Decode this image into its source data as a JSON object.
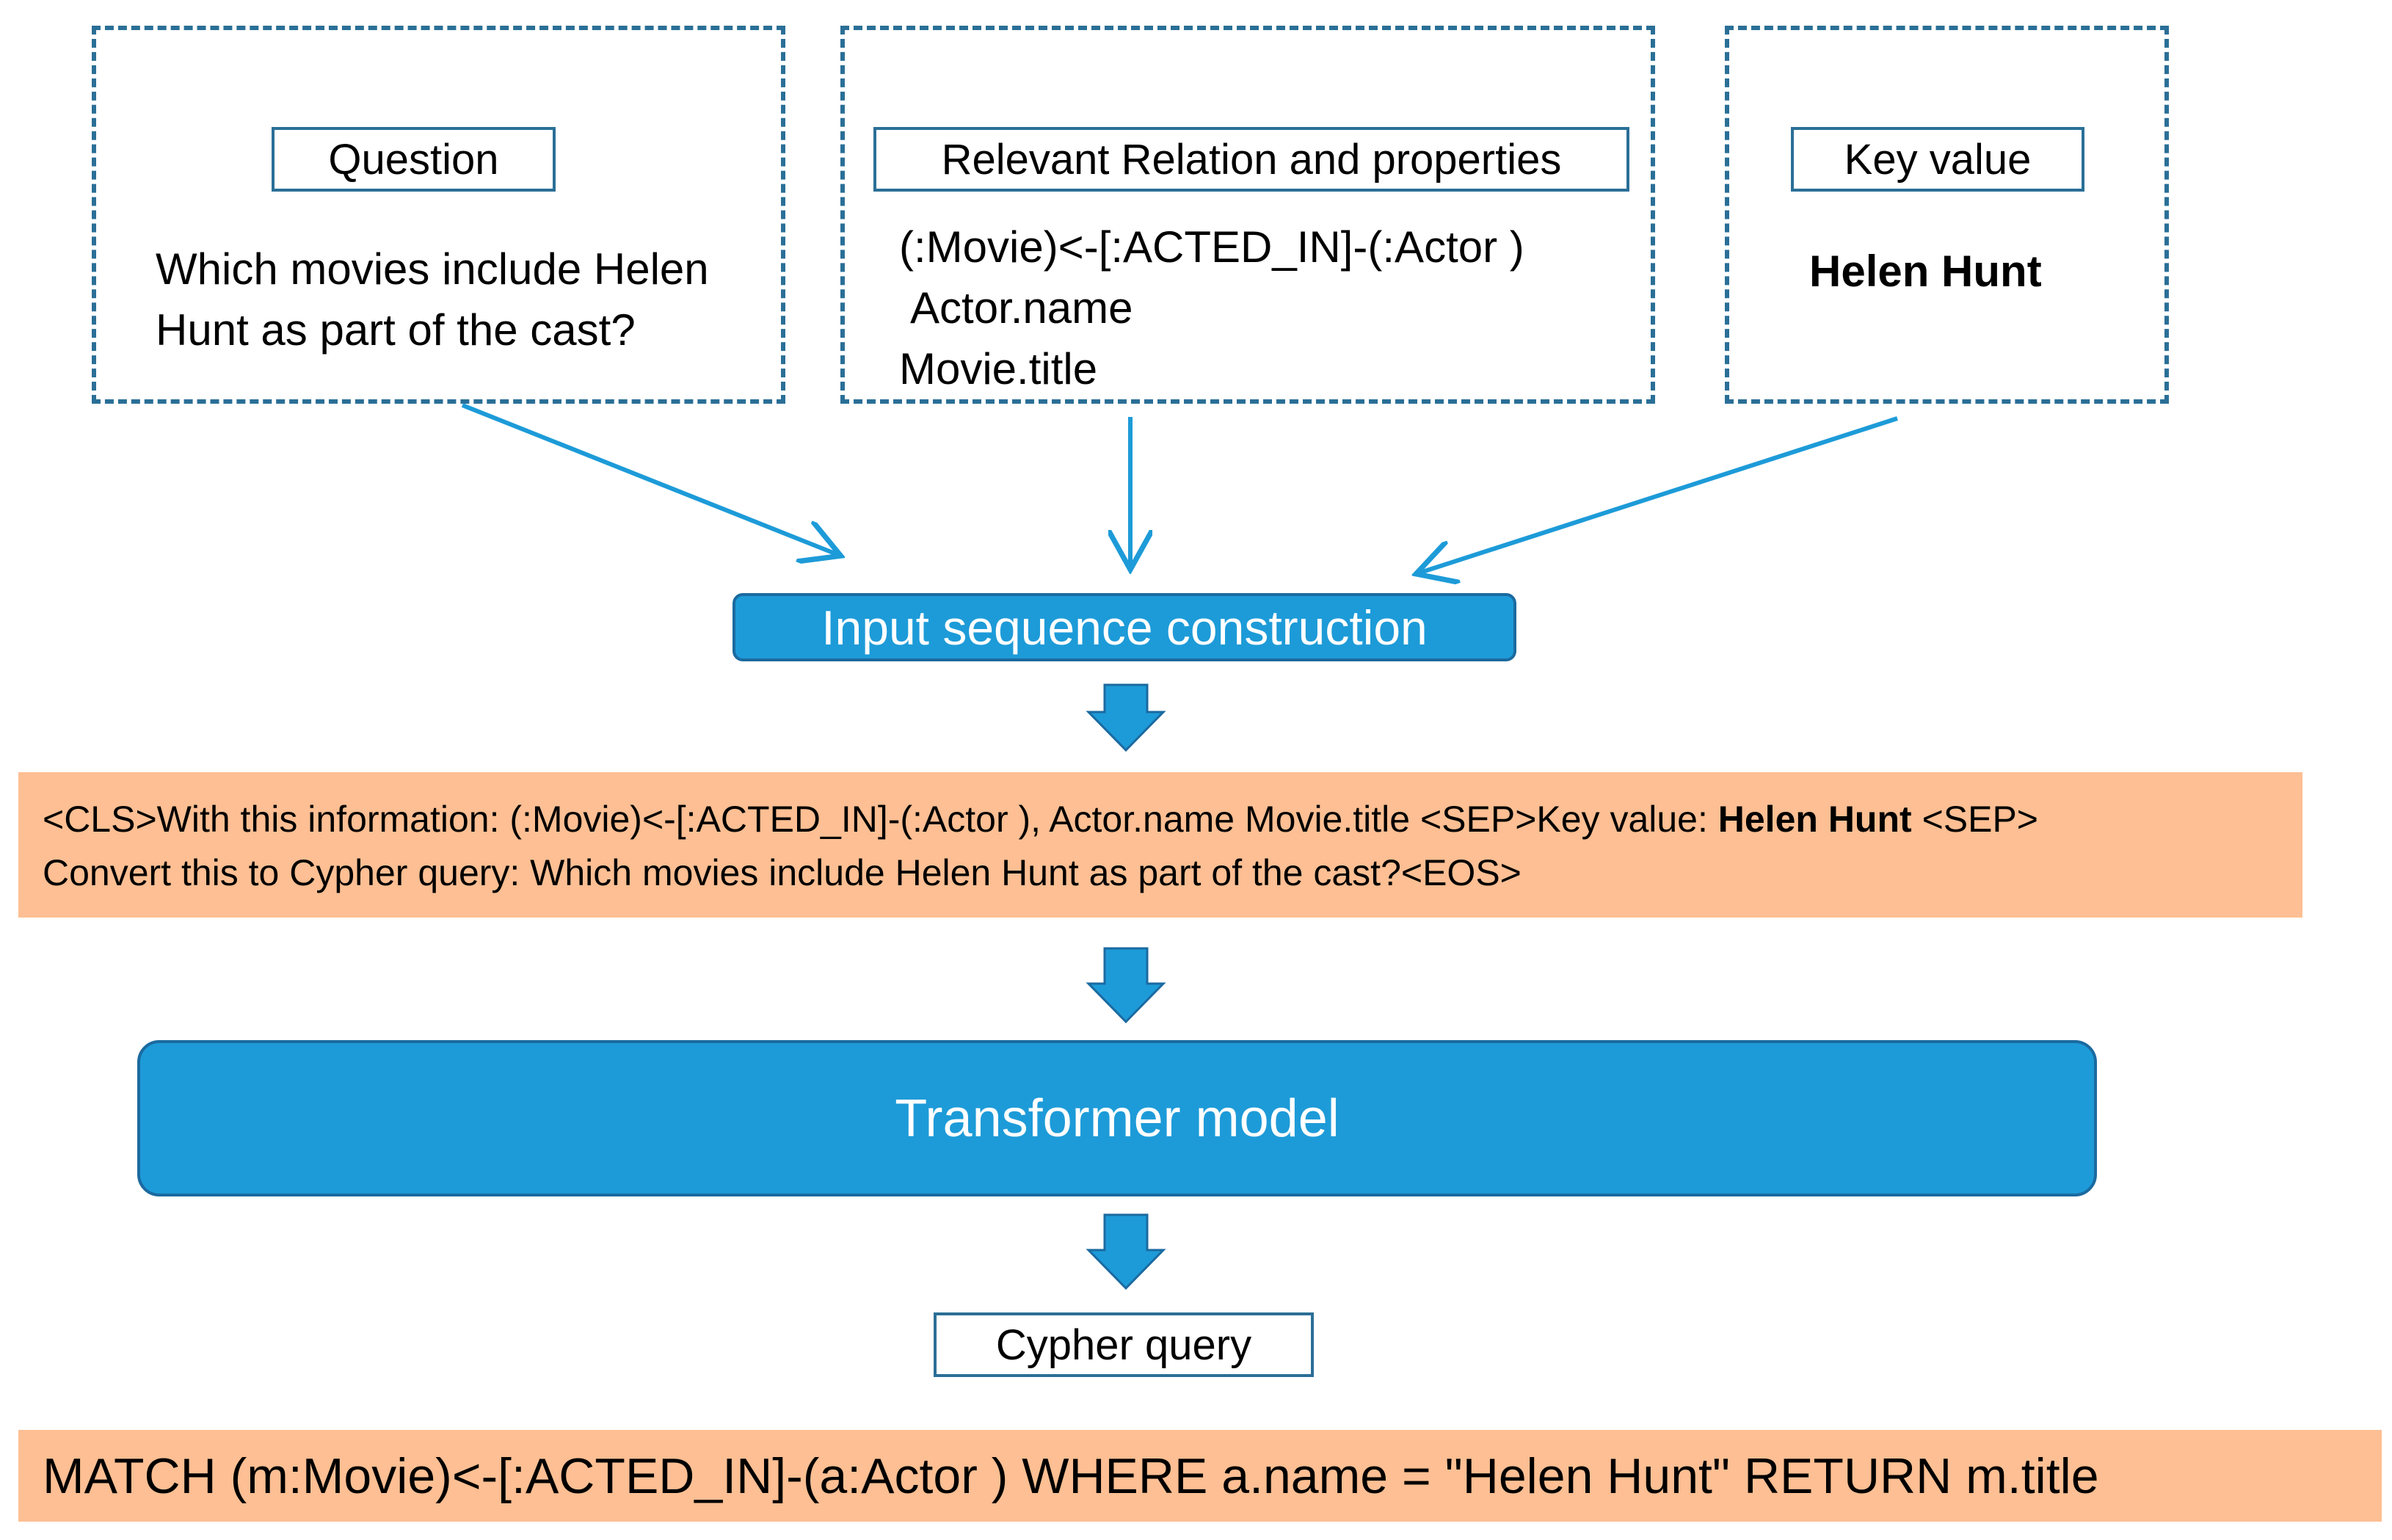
{
  "question_panel": {
    "label": "Question",
    "line1": "Which movies include Helen",
    "line2": "Hunt as part of the cast?"
  },
  "relation_panel": {
    "label": "Relevant Relation and properties",
    "line1": "(:Movie)<-[:ACTED_IN]-(:Actor )",
    "line2": "Actor.name",
    "line3": "Movie.title"
  },
  "key_panel": {
    "label": "Key value",
    "value": "Helen Hunt"
  },
  "input_construction": {
    "label": "Input sequence construction"
  },
  "input_sequence": {
    "line1_prefix": "<CLS>With this information: (:Movie)<-[:ACTED_IN]-(:Actor ), Actor.name Movie.title <SEP>Key value: ",
    "line1_key": "Helen Hunt",
    "line1_suffix": " <SEP>",
    "line2": "Convert this to Cypher query: Which movies include Helen Hunt as part of the cast?<EOS>"
  },
  "model": {
    "label": "Transformer model"
  },
  "output_label": "Cypher query",
  "output_query": "MATCH (m:Movie)<-[:ACTED_IN]-(a:Actor ) WHERE a.name = \"Helen Hunt\" RETURN m.title",
  "colors": {
    "dashed_border": "#2a6f97",
    "arrow": "#1d9bd8",
    "block_arrow": "#1d9bd8",
    "model_fill": "#1d9bd8",
    "peach": "#fdbf93"
  }
}
